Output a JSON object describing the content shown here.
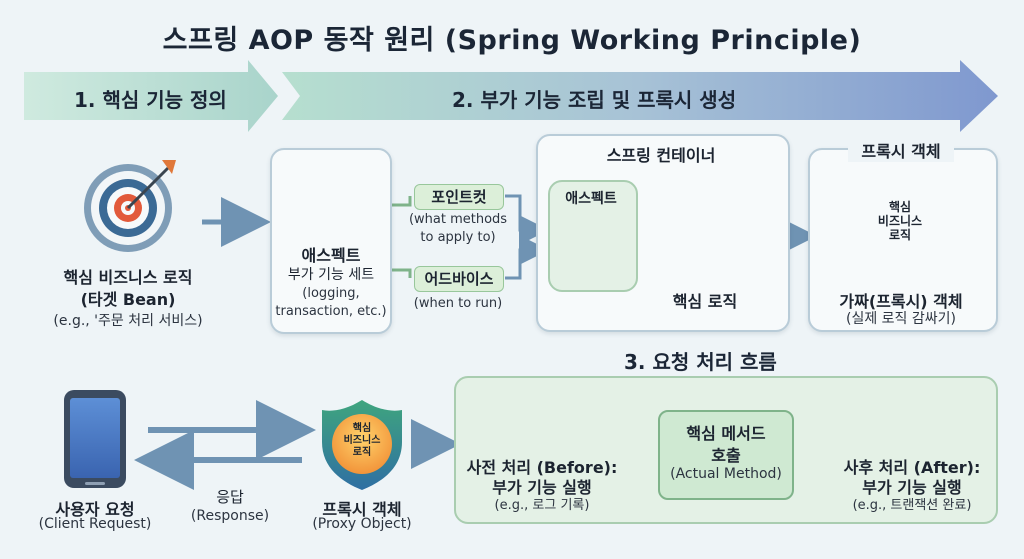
{
  "title": "스프링 AOP 동작 원리 (Spring Working Principle)",
  "steps": {
    "step1": "1. 핵심 기능 정의",
    "step2": "2. 부가 기능 조립 및 프록시 생성",
    "step3": "3. 요청 처리 흐름"
  },
  "target": {
    "line1": "핵심 비즈니스 로직",
    "line2": "(타겟 Bean)",
    "example": "(e.g., '주문 처리 서비스)"
  },
  "aspect": {
    "title": "애스펙트",
    "subtitle": "부가 기능 세트",
    "desc1": "(logging,",
    "desc2": "transaction, etc.)"
  },
  "pointcut": {
    "label": "포인트컷",
    "desc1": "(what methods",
    "desc2": "to apply to)"
  },
  "advice": {
    "label": "어드바이스",
    "desc": "(when to run)"
  },
  "container": {
    "title": "스프링 컨테이너",
    "aspect_label": "애스펙트",
    "core_label": "핵심 로직"
  },
  "proxy_object": {
    "heading": "프록시 객체",
    "shield_text": [
      "핵심",
      "비즈니스",
      "로직"
    ],
    "line1": "가짜(프록시) 객체",
    "line2": "(실제 로직 감싸기)"
  },
  "flow": {
    "client_line1": "사용자 요청",
    "client_line2": "(Client Request)",
    "response_line1": "응답",
    "response_line2": "(Response)",
    "proxy_line1": "프록시 객체",
    "proxy_line2": "(Proxy Object)",
    "proxy_shield_text": [
      "핵심",
      "비즈니스",
      "로직"
    ],
    "before_line1": "사전 처리 (Before):",
    "before_line2": "부가 기능 실행",
    "before_example": "(e.g., 로그 기록)",
    "method_line1": "핵심 메서드",
    "method_line2": "호출",
    "method_line3": "(Actual Method)",
    "after_line1": "사후 처리 (After):",
    "after_line2": "부가 기능 실행",
    "after_example": "(e.g., 트랜잭션 완료)"
  },
  "colors": {
    "band_start": "#bfe3d0",
    "band_end": "#7f98cf",
    "card_border": "#b9ccd8",
    "green_panel": "#e4f1e6",
    "arrow_blue": "#6f93b3",
    "arrow_green": "#7fb38a"
  }
}
